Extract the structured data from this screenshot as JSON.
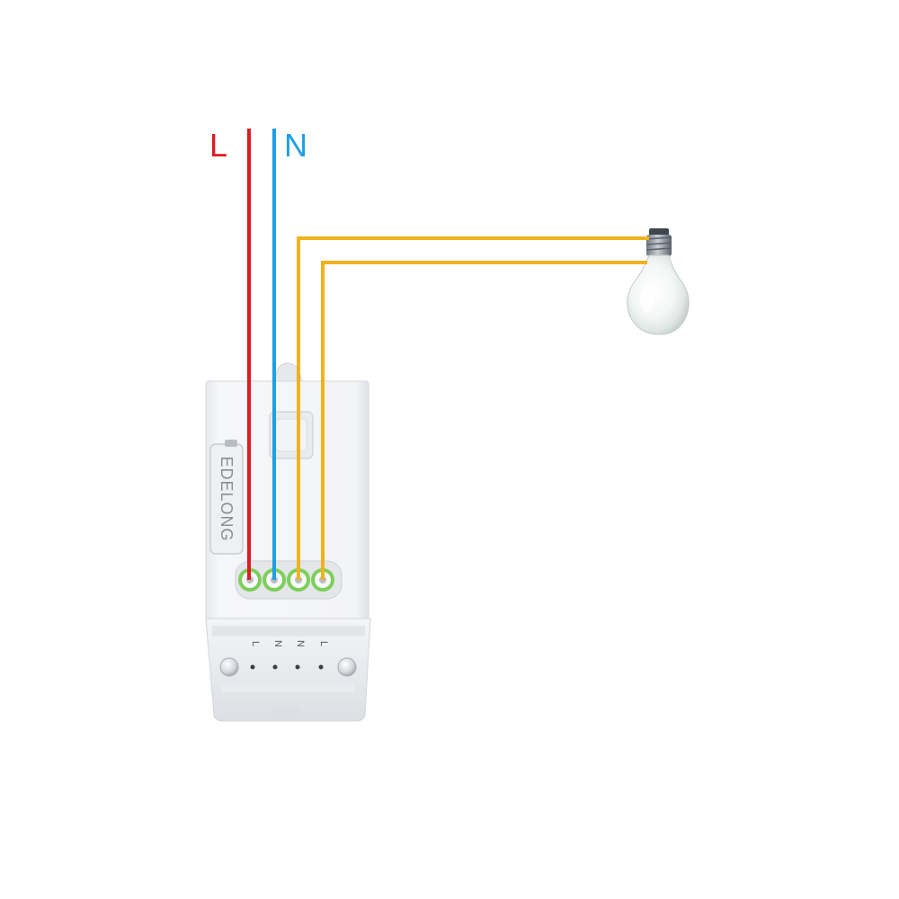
{
  "labels": {
    "live": "L",
    "neutral": "N"
  },
  "device": {
    "brand": "EDELONG",
    "terminal_labels": [
      "L",
      "N",
      "N",
      "L"
    ]
  },
  "colors": {
    "live": "#e01b22",
    "neutral": "#1f9fe3",
    "load": "#f2b21b",
    "terminal_ring": "#7ccf5a",
    "device_body": "#f2f3f5"
  },
  "icons": {
    "load": "light-bulb-icon"
  }
}
